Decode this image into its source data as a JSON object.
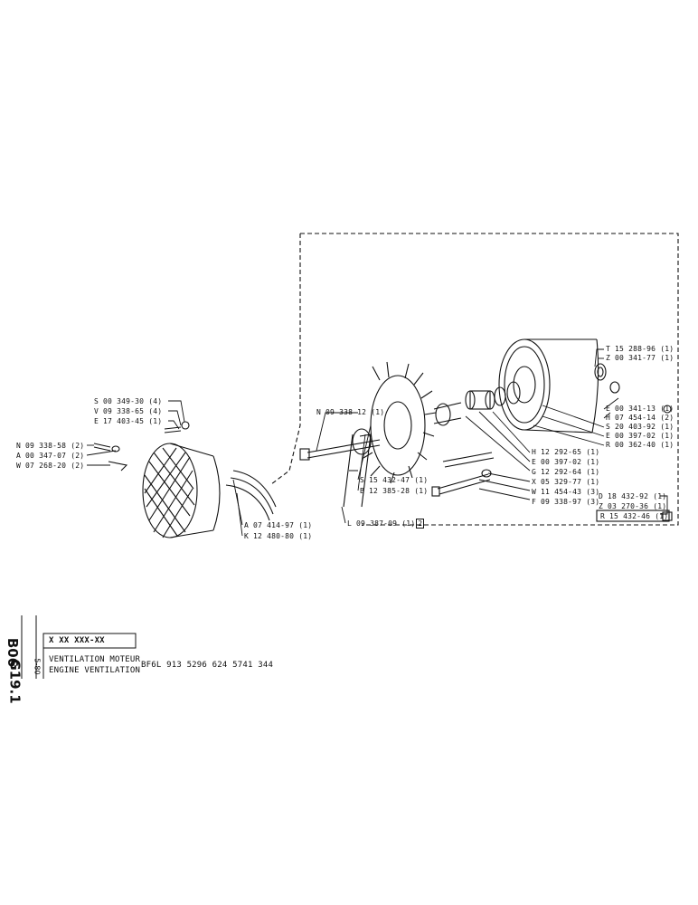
{
  "labels": {
    "t1": "T 15 288-96 (1)",
    "z1": "Z 00 341-77 (1)",
    "e1": "E 00 341-13 (1)",
    "h1": "H 07 454-14 (2)",
    "s1": "S 20 403-92 (1)",
    "e2": "E 00 397-02 (1)",
    "r1": "R 00 362-40 (1)",
    "h2": "H 12 292-65 (1)",
    "e3": "E 00 397-02 (1)",
    "g1": "G 12 292-64 (1)",
    "x1": "X 05 329-77 (1)",
    "w1": "W 11 454-43 (3)",
    "f1": "F 09 338-97 (3)",
    "d1": "D 18 432-92 (1)",
    "z2": "Z 03 270-36 (1)",
    "r2": "R 15 432-46 (1)",
    "n1": "N 09 338-12 (1)",
    "s2": "S 15 432-47 (1)",
    "b1": "B 12 385-28 (1)",
    "l1": "L 09 387-09 (1)",
    "l1_box": "2",
    "s3": "S 00 349-30 (4)",
    "v1": "V 09 338-65 (4)",
    "e4": "E 17 403-45 (1)",
    "n2": "N 09 338-58 (2)",
    "a1": "A 00 347-07 (2)",
    "w2": "W 07 268-20 (2)",
    "a2": "A 07 414-97 (1)",
    "k1": "K 12 480-80 (1)"
  },
  "title_block": {
    "code_top": "B06",
    "code_bottom": "G19.1",
    "date": "5-80",
    "serial": "X XX  XXX-XX",
    "title_fr": "VENTILATION  MOTEUR",
    "title_en": "ENGINE  VENTILATION",
    "engine_ref": "BF6L  913  5296  624  5741  344"
  }
}
